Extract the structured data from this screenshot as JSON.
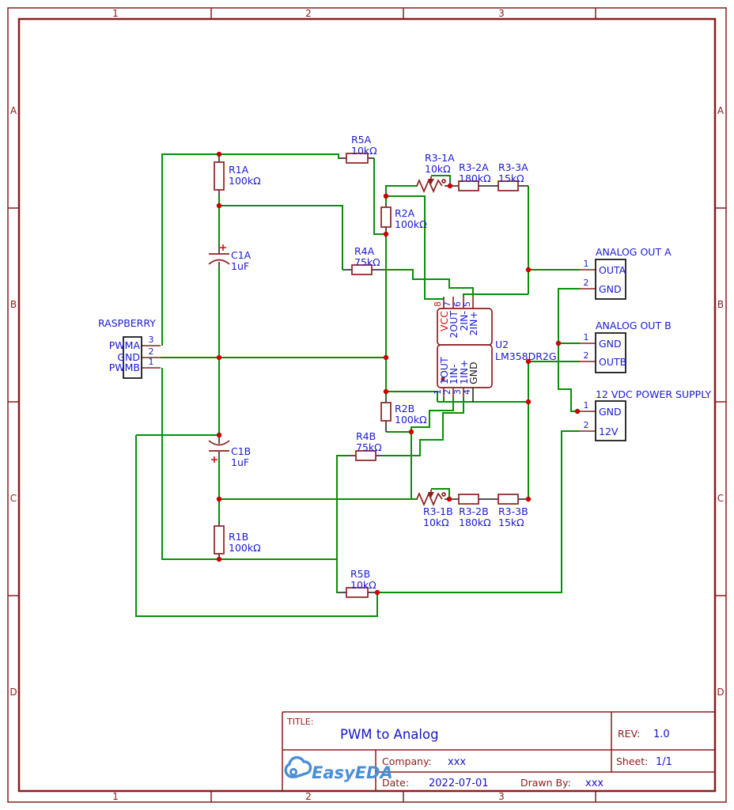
{
  "frame": {
    "cols": [
      "1",
      "2",
      "3"
    ],
    "rows": [
      "A",
      "B",
      "C",
      "D"
    ]
  },
  "title_block": {
    "title_label": "TITLE:",
    "title": "PWM to Analog",
    "rev_label": "REV:",
    "rev": "1.0",
    "company_label": "Company:",
    "company": "xxx",
    "sheet_label": "Sheet:",
    "sheet": "1/1",
    "date_label": "Date:",
    "date": "2022-07-01",
    "drawn_label": "Drawn By:",
    "drawn": "xxx",
    "logo": "EasyEDA"
  },
  "connectors": {
    "raspberry": {
      "title": "RASPBERRY",
      "pins": [
        {
          "num": "3",
          "label": "PWMA"
        },
        {
          "num": "2",
          "label": "GND"
        },
        {
          "num": "1",
          "label": "PWMB"
        }
      ]
    },
    "out_a": {
      "title": "ANALOG OUT A",
      "pins": [
        {
          "num": "1",
          "label": "OUTA"
        },
        {
          "num": "2",
          "label": "GND"
        }
      ]
    },
    "out_b": {
      "title": "ANALOG OUT B",
      "pins": [
        {
          "num": "1",
          "label": "GND"
        },
        {
          "num": "2",
          "label": "OUTB"
        }
      ]
    },
    "supply": {
      "title": "12 VDC POWER SUPPLY",
      "pins": [
        {
          "num": "1",
          "label": "GND"
        },
        {
          "num": "2",
          "label": "12V"
        }
      ]
    }
  },
  "parts": {
    "r1a": {
      "ref": "R1A",
      "val": "100kΩ"
    },
    "c1a": {
      "ref": "C1A",
      "val": "1uF"
    },
    "r5a": {
      "ref": "R5A",
      "val": "10kΩ"
    },
    "r2a": {
      "ref": "R2A",
      "val": "100kΩ"
    },
    "r4a": {
      "ref": "R4A",
      "val": "75kΩ"
    },
    "r31a": {
      "ref": "R3-1A",
      "val": "10kΩ"
    },
    "r32a": {
      "ref": "R3-2A",
      "val": "180kΩ"
    },
    "r33a": {
      "ref": "R3-3A",
      "val": "15kΩ"
    },
    "r1b": {
      "ref": "R1B",
      "val": "100kΩ"
    },
    "c1b": {
      "ref": "C1B",
      "val": "1uF"
    },
    "r5b": {
      "ref": "R5B",
      "val": "10kΩ"
    },
    "r2b": {
      "ref": "R2B",
      "val": "100kΩ"
    },
    "r4b": {
      "ref": "R4B",
      "val": "75kΩ"
    },
    "r31b": {
      "ref": "R3-1B",
      "val": "10kΩ"
    },
    "r32b": {
      "ref": "R3-2B",
      "val": "180kΩ"
    },
    "r33b": {
      "ref": "R3-3B",
      "val": "15kΩ"
    },
    "u2": {
      "ref": "U2",
      "val": "LM358DR2G",
      "pins_top": [
        {
          "num": "8",
          "name": "VCC"
        },
        {
          "num": "7",
          "name": "2OUT"
        },
        {
          "num": "6",
          "name": "2IN-"
        },
        {
          "num": "5",
          "name": "2IN+"
        }
      ],
      "pins_bottom": [
        {
          "num": "1",
          "name": "1OUT"
        },
        {
          "num": "2",
          "name": "1IN-"
        },
        {
          "num": "3",
          "name": "1IN+"
        },
        {
          "num": "4",
          "name": "GND"
        }
      ]
    }
  },
  "colors": {
    "wire": "#079007",
    "junction": "#C80000",
    "symbol": "#8E1F1F",
    "label_blue": "#1A1AD2",
    "frame": "#8B1C1C",
    "logo_blue": "#4A8FD6"
  }
}
